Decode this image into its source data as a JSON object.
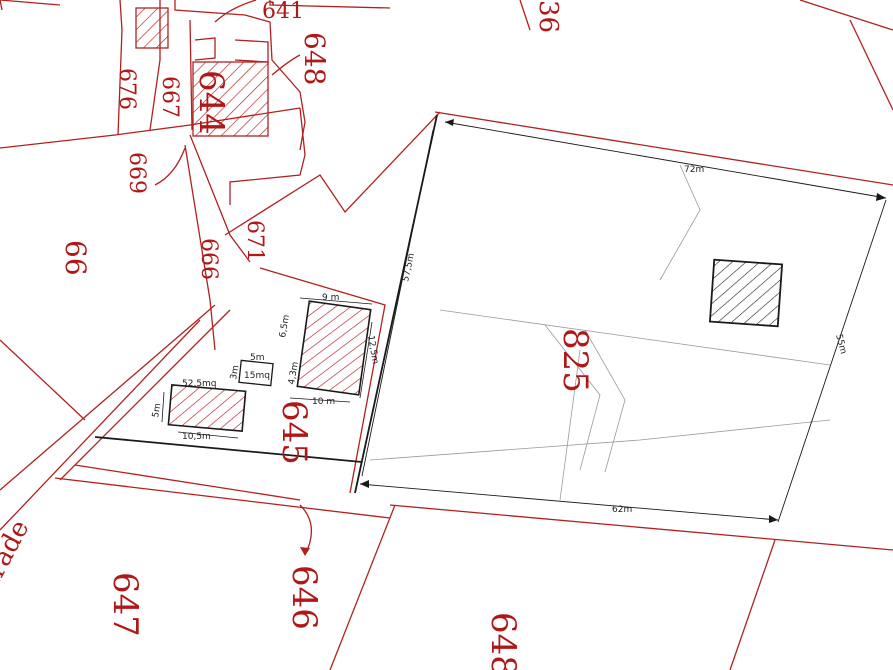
{
  "map": {
    "colors": {
      "parcel": "#b32020",
      "ink": "#1a1a1a",
      "pencil": "#9a9a9a"
    },
    "parcels": {
      "p641": "641",
      "p636": "36",
      "p648_top": "648",
      "p676": "676",
      "p667": "667",
      "p644": "644",
      "p669": "669",
      "p66": "66",
      "p671": "671",
      "p666": "666",
      "p825": "825",
      "p645": "645",
      "p647": "647",
      "p646": "646",
      "p648_bottom": "648"
    },
    "road_label": "strade",
    "dimensions": {
      "top": "72m",
      "left": "57,5m",
      "right": "55m",
      "bottom": "62m",
      "b1_w": "9 m",
      "b1_h": "12,5m",
      "b1_d1": "6,5m",
      "b1_d2": "10 m",
      "b1_d3": "4,3m",
      "b2_w": "5m",
      "b2_h": "3m",
      "b2_area": "15mq",
      "b3_area": "52,5mq",
      "b3_h": "5m",
      "b3_w": "10,5m"
    }
  }
}
